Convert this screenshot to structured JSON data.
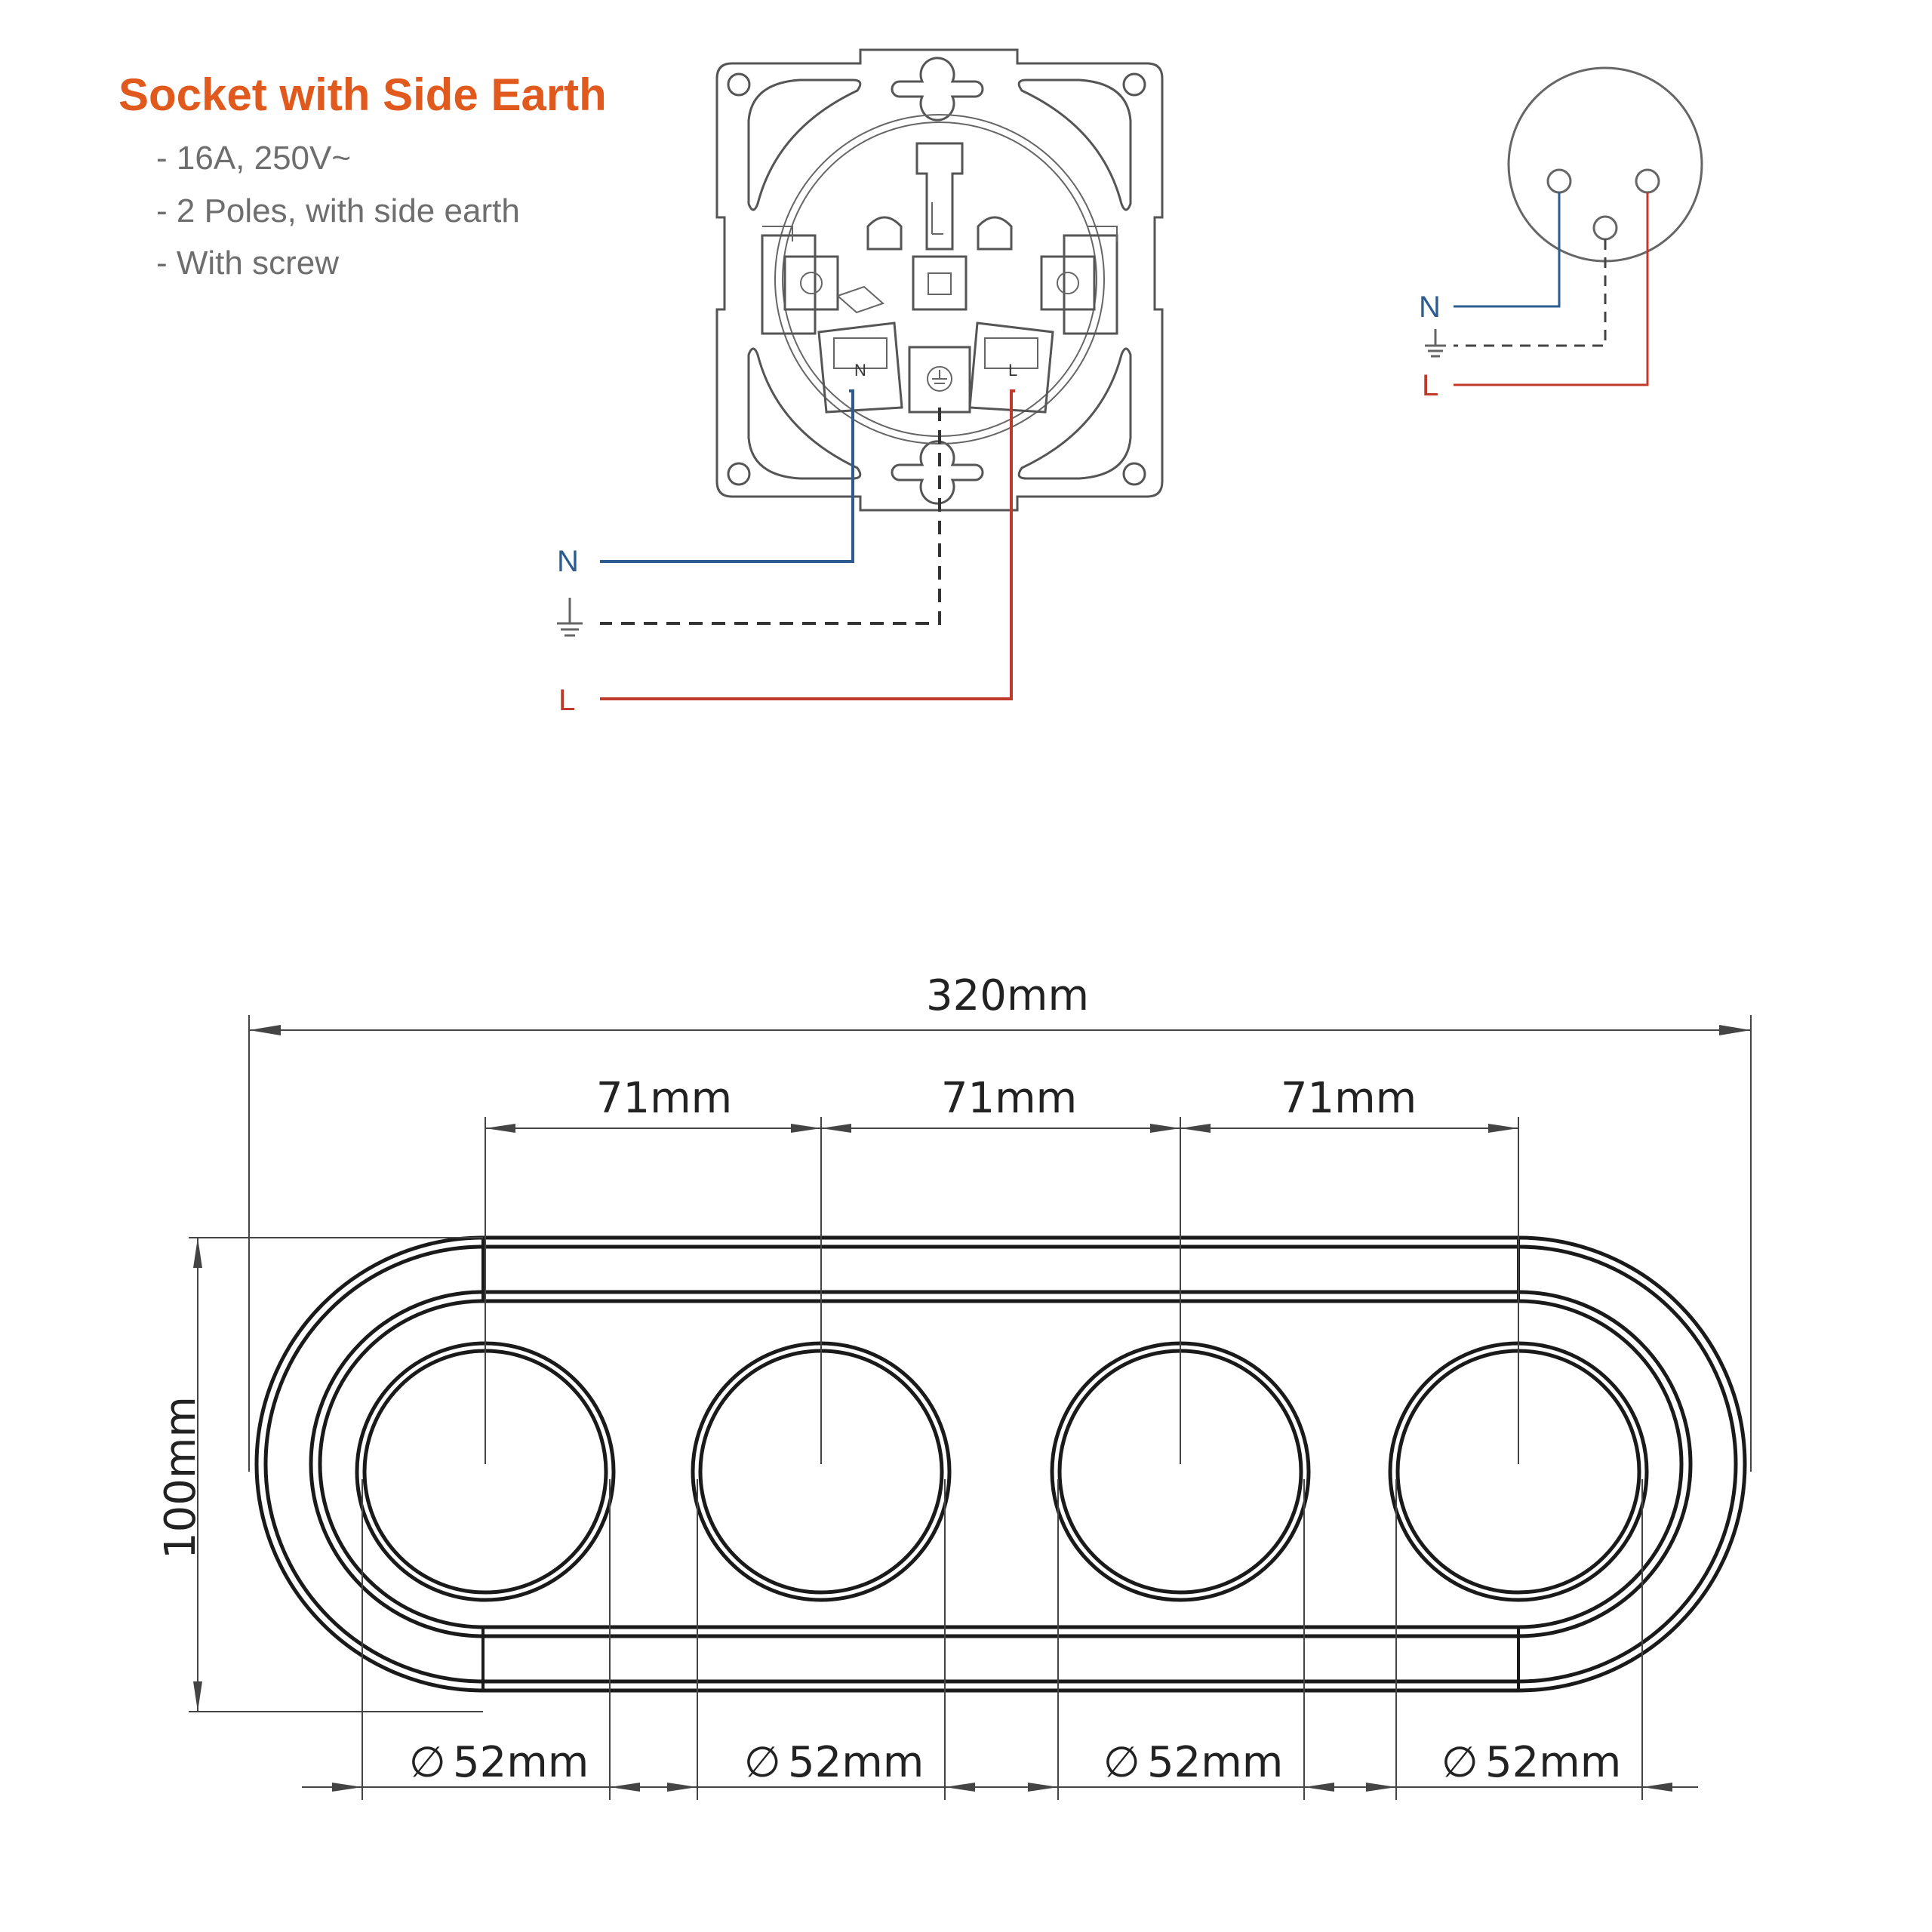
{
  "title": {
    "text": "Socket with Side Earth",
    "color": "#e05a1e"
  },
  "specs": [
    "- 16A, 250V~",
    "- 2 Poles, with side earth",
    "- With screw"
  ],
  "wiring": {
    "neutral": {
      "label": "N",
      "color": "#2d5d8f"
    },
    "earth": {
      "label": "⏚",
      "color": "#555555"
    },
    "live": {
      "label": "L",
      "color": "#c0392b"
    }
  },
  "terminals": {
    "neutral": "N",
    "live": "L"
  },
  "frame_dimensions": {
    "total_width": "320mm",
    "height": "100mm",
    "spacing": [
      "71mm",
      "71mm",
      "71mm"
    ],
    "opening_diameters": [
      "52mm",
      "52mm",
      "52mm",
      "52mm"
    ],
    "diameter_symbol": "∅"
  }
}
